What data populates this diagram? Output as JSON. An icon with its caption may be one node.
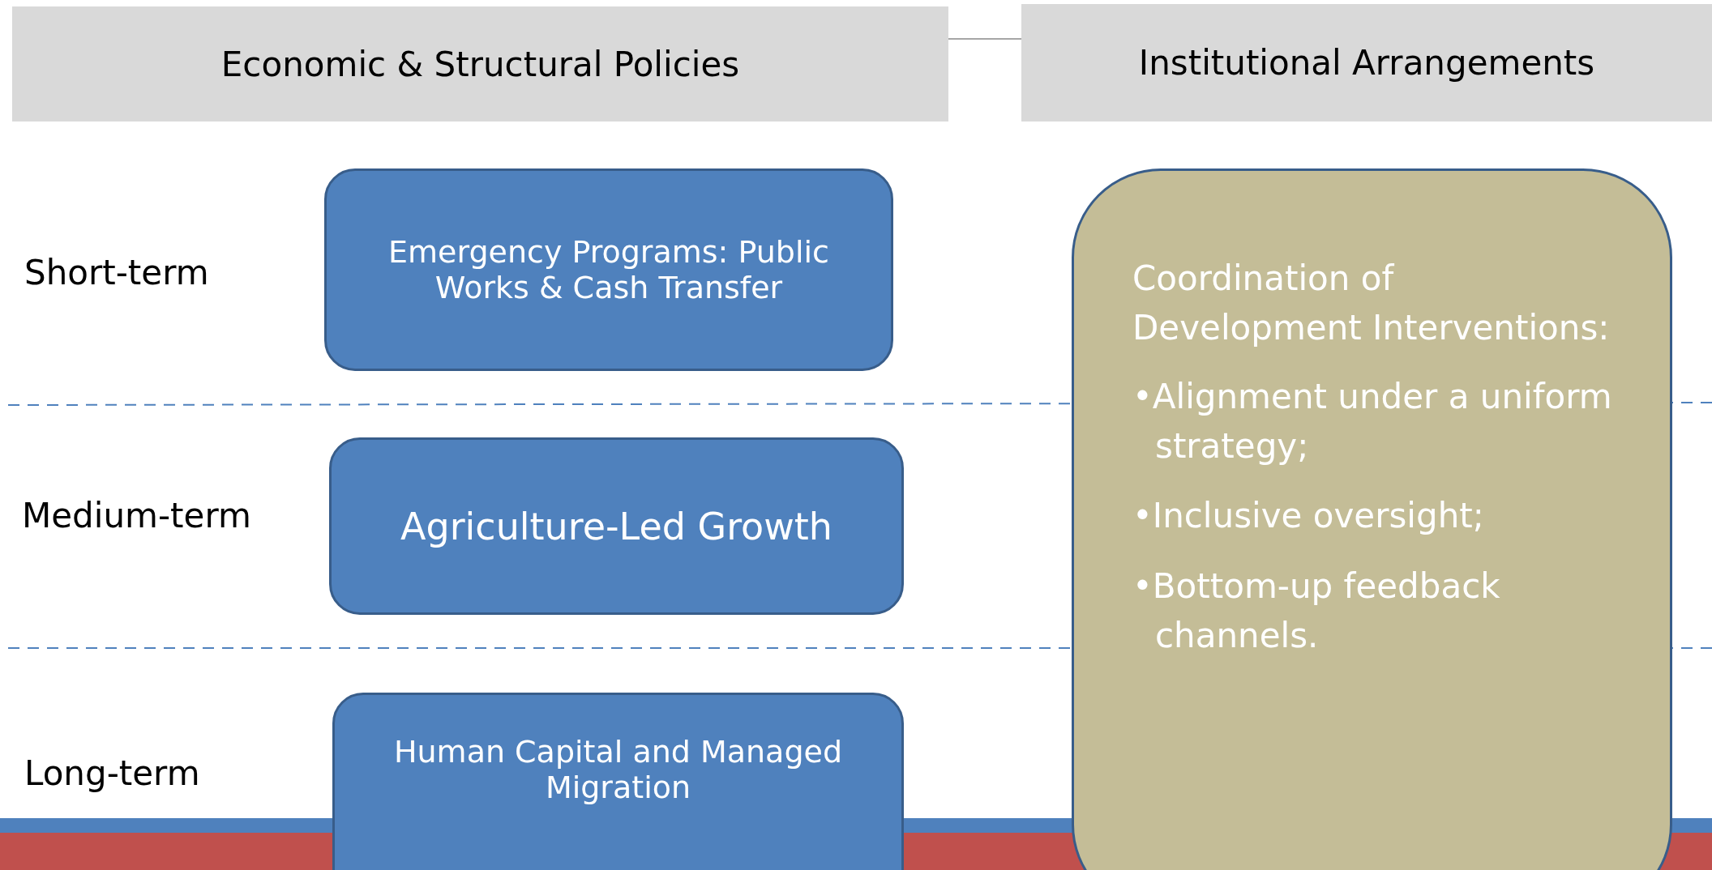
{
  "diagram": {
    "nodes": [
      {
        "text": [
          "Economic & Structural Policies"
        ]
      },
      {
        "text": [
          "Institutional Arrangements"
        ]
      },
      {
        "text": [
          "Emergency Programs: Public Works & Cash Transfer"
        ]
      },
      {
        "text": [
          "Agriculture-Led Growth"
        ]
      },
      {
        "text": [
          "Human Capital and Managed Migration"
        ]
      },
      {
        "text": [
          "Coordination of Development Interventions:",
          "•Alignment under a uniform strategy;",
          "•Inclusive oversight;",
          "•Bottom-up feedback channels."
        ]
      }
    ],
    "edges": [
      {
        "from": 0,
        "to": 1,
        "arrow": "none",
        "color": "#a6a6a6"
      }
    ],
    "labels": [
      "Short-term",
      "Medium-term",
      "Long-term"
    ]
  }
}
